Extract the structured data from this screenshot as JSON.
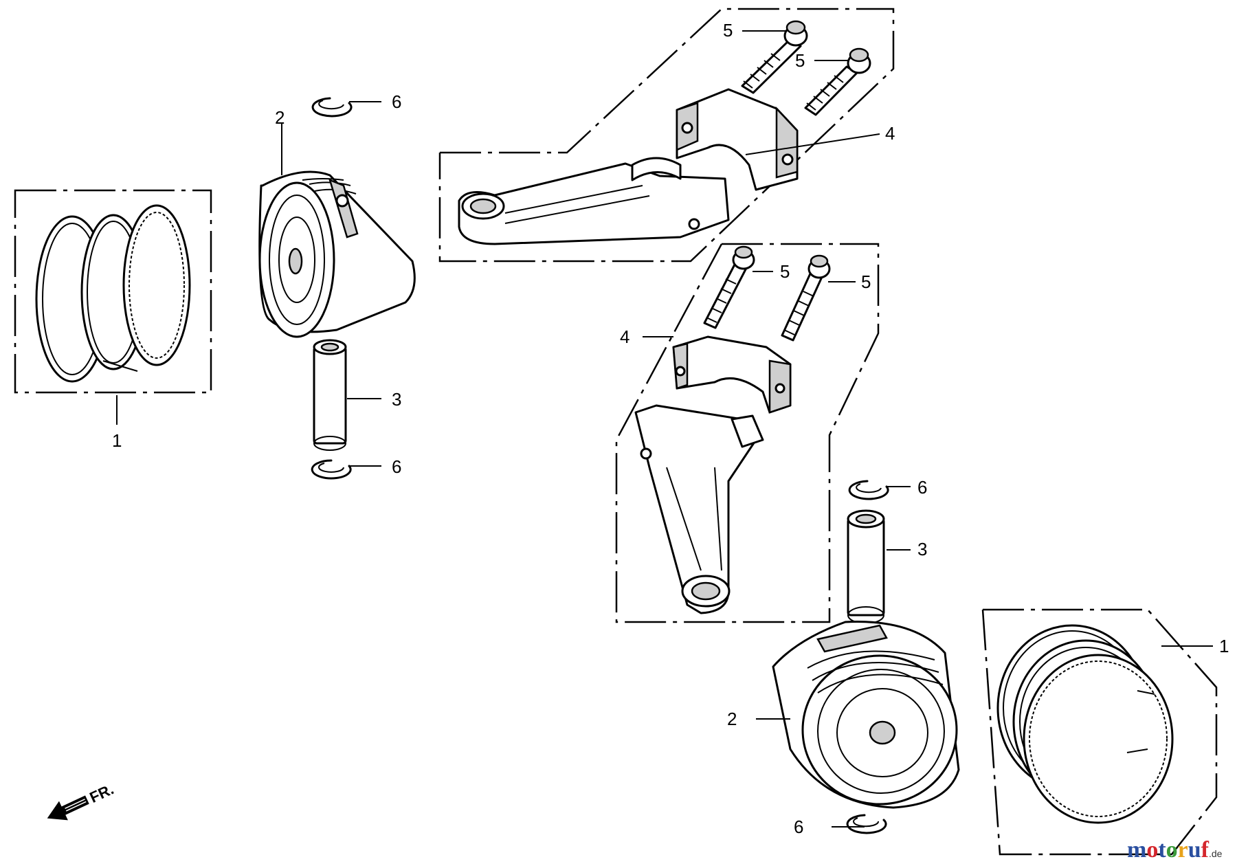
{
  "callouts": {
    "rings_left": "1",
    "piston_left": "2",
    "pin_left": "3",
    "rod_upper": "4",
    "bolt_upper_a": "5",
    "bolt_upper_b": "5",
    "clip_left_top": "6",
    "clip_left_bottom": "6",
    "bolt_lower_a": "5",
    "bolt_lower_b": "5",
    "rod_lower": "4",
    "clip_right_top": "6",
    "pin_right": "3",
    "piston_right": "2",
    "rings_right": "1",
    "clip_right_bottom": "6"
  },
  "direction_marker": "FR.",
  "watermark": {
    "letters": [
      "m",
      "o",
      "t",
      "o",
      "r",
      "u",
      "f"
    ],
    "letter_colors": [
      "#2a4fa0",
      "#d4262c",
      "#2a4fa0",
      "#3a9a3a",
      "#e8a21a",
      "#2a4fa0",
      "#d4262c"
    ],
    "suffix": ".de"
  }
}
